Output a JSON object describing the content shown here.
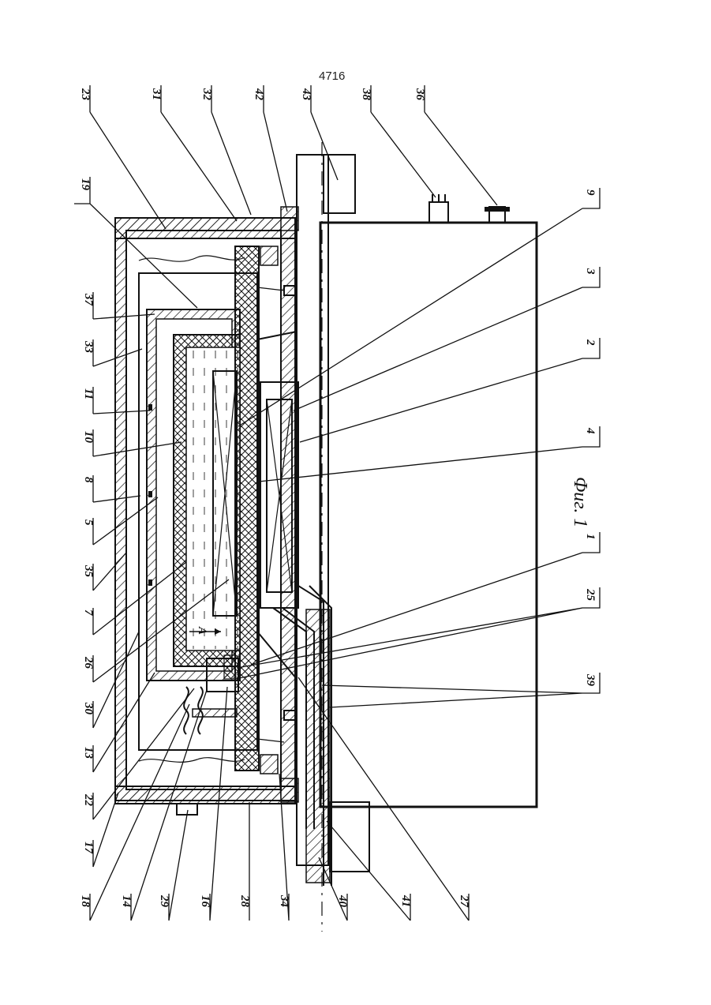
{
  "page_number": "4716",
  "caption": "Фиг. 1",
  "labels": {
    "top": [
      "23",
      "31",
      "32",
      "42",
      "43",
      "38",
      "36"
    ],
    "left_upper": [
      "19",
      "37",
      "33",
      "11",
      "10",
      "8",
      "5",
      "35",
      "7",
      "26",
      "30",
      "13",
      "22",
      "17"
    ],
    "bottom": [
      "18",
      "14",
      "29",
      "16",
      "28",
      "34",
      "40",
      "41",
      "27"
    ],
    "right": [
      "9",
      "3",
      "2",
      "4",
      "1",
      "25",
      "39"
    ],
    "section_mark": "А"
  }
}
